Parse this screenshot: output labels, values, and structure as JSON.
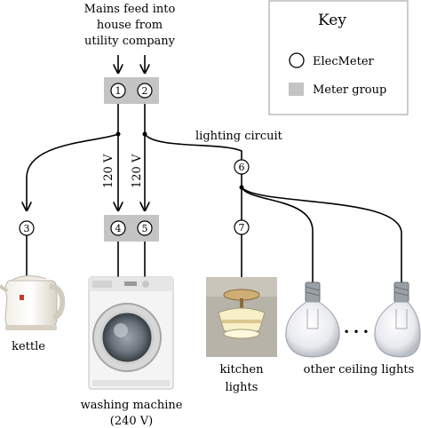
{
  "labels": {
    "mains_feed": [
      "Mains feed into",
      "house from",
      "utility company"
    ],
    "lighting_circuit": "lighting circuit",
    "voltage_left": "120 V",
    "voltage_right": "120 V",
    "kettle": "kettle",
    "washing_machine": [
      "washing machine",
      "(240 V)"
    ],
    "kitchen_lights": [
      "kitchen",
      "lights"
    ],
    "other_ceiling_lights": "other ceiling lights",
    "ellipsis": "• • •"
  },
  "key": {
    "title": "Key",
    "elecmeter": "ElecMeter",
    "meter_group": "Meter group"
  },
  "meters": [
    "1",
    "2",
    "3",
    "4",
    "5",
    "6",
    "7"
  ],
  "colors": {
    "meter_group": "#c4c4c4",
    "wire": "#000000"
  }
}
